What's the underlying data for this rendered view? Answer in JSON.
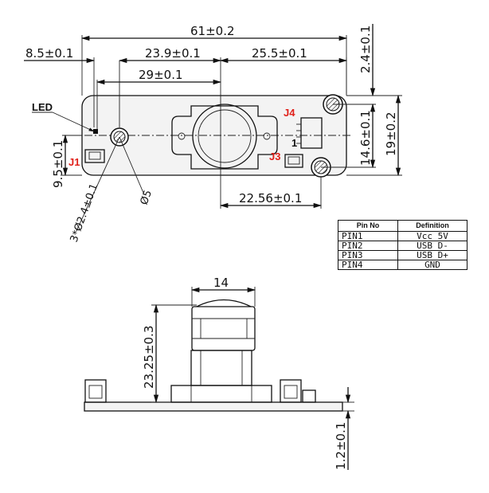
{
  "top_view": {
    "dims": {
      "overall_width": "61±0.2",
      "left_offset": "8.5±0.1",
      "j4_to_center": "23.9±0.1",
      "center_to_right": "25.5±0.1",
      "center_to_hole": "29±0.1",
      "top_offset": "2.4±0.1",
      "hole_spacing": "14.6±0.1",
      "board_height": "19±0.2",
      "left_hole_height": "9.5±0.1",
      "bottom_hole_distance": "22.56±0.1",
      "hole_diameter": "3*Ø2.4±0.1",
      "lens_diameter": "Ø5"
    },
    "labels": {
      "led": "LED",
      "j1": "J1",
      "j3": "J3",
      "j4": "J4",
      "pin_one": "1"
    }
  },
  "pin_table": {
    "headers": [
      "Pin No",
      "Definition"
    ],
    "rows": [
      {
        "pin": "PIN1",
        "definition": "Vcc 5V"
      },
      {
        "pin": "PIN2",
        "definition": "USB D-"
      },
      {
        "pin": "PIN3",
        "definition": "USB D+"
      },
      {
        "pin": "PIN4",
        "definition": "GND"
      }
    ]
  },
  "side_view": {
    "dims": {
      "lens_width": "14",
      "lens_height": "23.25±0.3",
      "board_thickness": "1.2±0.1"
    }
  },
  "colors": {
    "label_red": "#e0201a",
    "line": "#111111"
  }
}
